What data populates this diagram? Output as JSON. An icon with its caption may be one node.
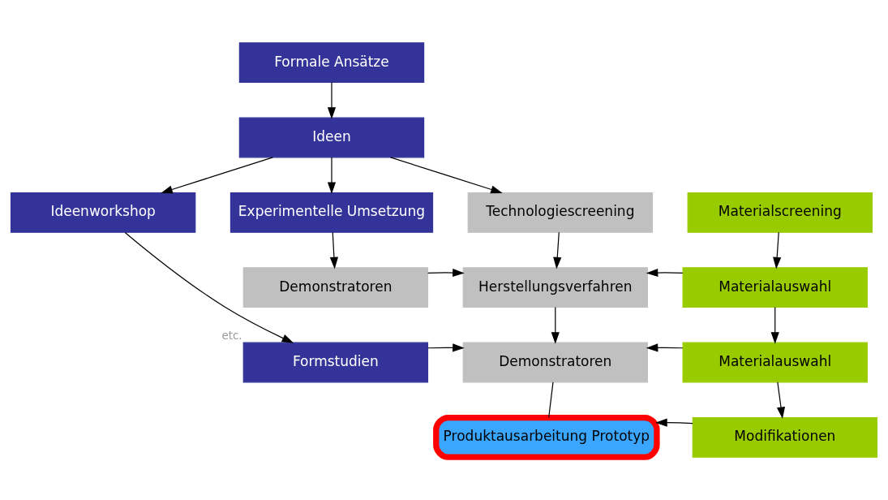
{
  "diagram": {
    "nodes": [
      {
        "text": [
          "Formale Ansätze"
        ]
      },
      {
        "text": [
          "Ideen"
        ]
      },
      {
        "text": [
          "Ideenworkshop"
        ]
      },
      {
        "text": [
          "Experimentelle Umsetzung"
        ]
      },
      {
        "text": [
          "Technologiescreening"
        ]
      },
      {
        "text": [
          "Materialscreening"
        ]
      },
      {
        "text": [
          "Demonstratoren"
        ]
      },
      {
        "text": [
          "Herstellungsverfahren"
        ]
      },
      {
        "text": [
          "Materialauswahl"
        ]
      },
      {
        "text": [
          "Formstudien"
        ],
        "beside": [
          "etc."
        ]
      },
      {
        "text": [
          "Demonstratoren"
        ]
      },
      {
        "text": [
          "Materialauswahl"
        ]
      },
      {
        "text": [
          "Produktausarbeitung Prototyp"
        ]
      },
      {
        "text": [
          "Modifikationen"
        ]
      }
    ],
    "edges": [
      {
        "from": 0,
        "to": 1,
        "arrow": "to"
      },
      {
        "from": 1,
        "to": 2,
        "arrow": "to"
      },
      {
        "from": 1,
        "to": 3,
        "arrow": "to"
      },
      {
        "from": 1,
        "to": 4,
        "arrow": "to"
      },
      {
        "from": 2,
        "to": 9,
        "arrow": "to"
      },
      {
        "from": 3,
        "to": 6,
        "arrow": "to"
      },
      {
        "from": 4,
        "to": 7,
        "arrow": "to"
      },
      {
        "from": 5,
        "to": 8,
        "arrow": "to"
      },
      {
        "from": 6,
        "to": 7,
        "arrow": "to"
      },
      {
        "from": 8,
        "to": 7,
        "arrow": "to"
      },
      {
        "from": 7,
        "to": 10,
        "arrow": "to"
      },
      {
        "from": 8,
        "to": 11,
        "arrow": "to"
      },
      {
        "from": 9,
        "to": 10,
        "arrow": "to"
      },
      {
        "from": 11,
        "to": 10,
        "arrow": "to"
      },
      {
        "from": 10,
        "to": 12,
        "arrow": "none"
      },
      {
        "from": 11,
        "to": 13,
        "arrow": "to"
      },
      {
        "from": 13,
        "to": 12,
        "arrow": "to"
      }
    ]
  }
}
